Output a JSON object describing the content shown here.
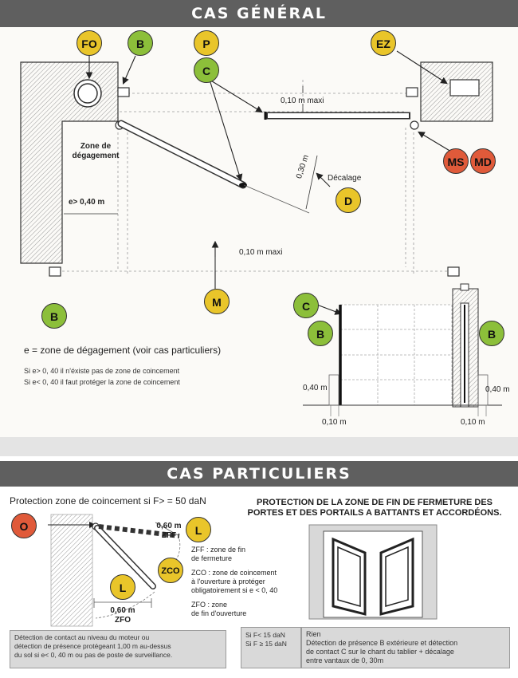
{
  "general": {
    "title": "CAS GÉNÉRAL",
    "markers": {
      "FO": "FO",
      "B_top": "B",
      "P": "P",
      "C": "C",
      "EZ": "EZ",
      "MS": "MS",
      "MD": "MD",
      "D": "D",
      "M": "M",
      "B_bottom": "B",
      "C_right": "C",
      "B_right_left": "B",
      "B_right_right": "B"
    },
    "labels": {
      "zone_dega": [
        "Zone de",
        "dégagement"
      ],
      "e_dim": "e> 0,40 m",
      "maxi_top": "0,10 m maxi",
      "maxi_bottom": "0,10 m maxi",
      "decalage": "Décalage",
      "d030": "0,30 m",
      "h040_left": "0,40 m",
      "h040_right": "0,40 m",
      "w010_left": "0,10 m",
      "w010_right": "0,10 m"
    },
    "note_main": "e = zone de dégagement (voir cas particuliers)",
    "note_1": "Si e> 0, 40  il n'éxiste pas de zone de coincement",
    "note_2": "Si e< 0, 40  il faut protéger la zone de coincement"
  },
  "particuliers": {
    "title": "CAS PARTICULIERS",
    "protection_text": "Protection zone de coincement si F> = 50 daN",
    "heading": [
      "PROTECTION DE LA ZONE DE FIN DE FERMETURE DES",
      "PORTES ET DES PORTAILS A BATTANTS ET ACCORDÉONS."
    ],
    "markers": {
      "O": "O",
      "L_top": "L",
      "ZCO": "ZCO",
      "L_bottom": "L"
    },
    "dims": {
      "zff_val": "0,60 m",
      "zff": "ZFF",
      "zfo_val": "0,60 m",
      "zfo": "ZFO"
    },
    "legend": [
      [
        "ZFF : zone de fin",
        "de fermeture"
      ],
      [
        "ZCO : zone de coincement",
        "à l'ouverture à protéger",
        "obligatoirement si e < 0, 40"
      ],
      [
        "ZFO : zone",
        "de fin d'ouverture"
      ]
    ],
    "box_left": [
      "Détection de contact au niveau du moteur  ou",
      "détection de présence protégeant 1,00 m  au-dessus",
      "du sol si e< 0, 40 m ou pas de poste de surveillance."
    ],
    "box_right_left": [
      "Si F< 15 daN",
      "Si F ≥ 15 daN"
    ],
    "box_right_right": [
      "Rien",
      "Détection de présence B extérieure et détection",
      "de contact C sur le chant du tablier + décalage",
      "entre vantaux de 0, 30m"
    ]
  },
  "colors": {
    "yellow": "#e9c52a",
    "green": "#8cbf3a",
    "red": "#e05a3a",
    "band": "#5f5f5f"
  }
}
